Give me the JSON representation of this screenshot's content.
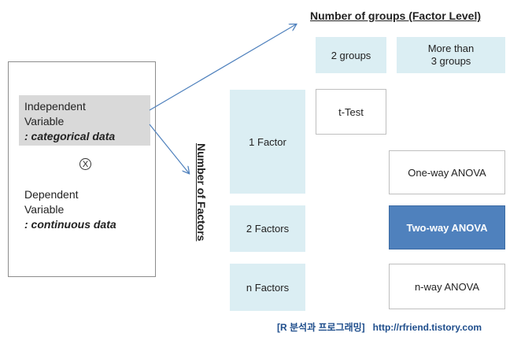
{
  "left": {
    "independent_line1": "Independent",
    "independent_line2": "Variable",
    "independent_note": ": categorical data",
    "cross_symbol": "X",
    "dependent_line1": "Dependent",
    "dependent_line2": "Variable",
    "dependent_note": ": continuous data"
  },
  "axis": {
    "groups_title": "Number of groups (Factor Level)",
    "factors_title": "Number of Factors"
  },
  "groups": {
    "g2": "2 groups",
    "g3_line1": "More than",
    "g3_line2": "3 groups"
  },
  "factors": {
    "f1": "1 Factor",
    "f2": "2 Factors",
    "fn": "n Factors"
  },
  "tests": {
    "ttest": "t-Test",
    "oneway": "One-way ANOVA",
    "twoway": "Two-way ANOVA",
    "nway": "n-way ANOVA"
  },
  "footer": {
    "blog": "[R 분석과 프로그래밍]",
    "url": "http://rfriend.tistory.com"
  },
  "colors": {
    "light_fill": "#dbeef3",
    "highlight_fill": "#4f81bd",
    "arrow": "#4f81bd",
    "footer_text": "#1f4e8c"
  }
}
